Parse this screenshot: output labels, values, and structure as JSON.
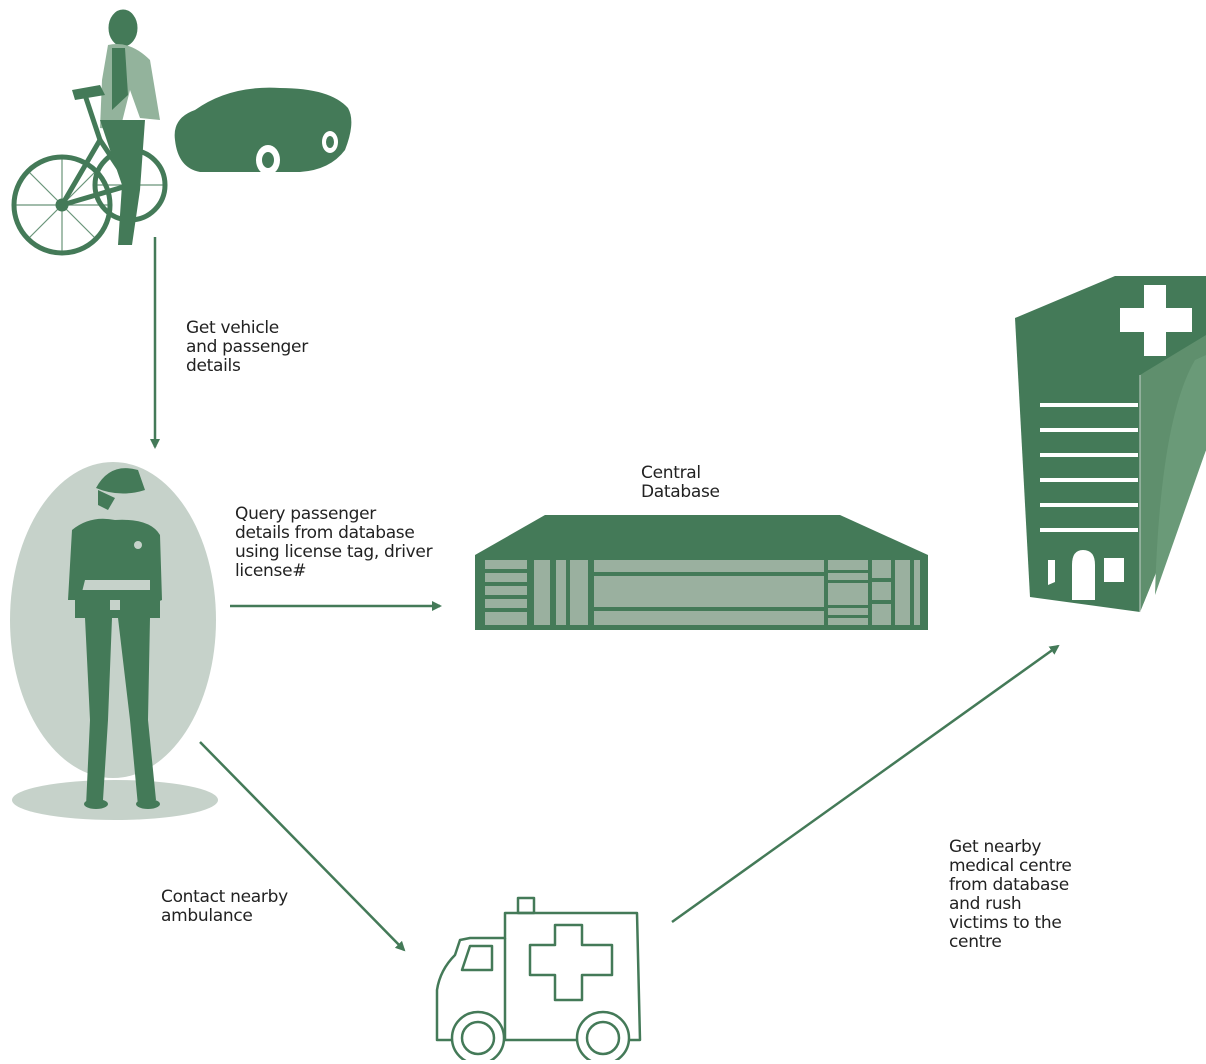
{
  "labels": {
    "vehicle_details": "Get vehicle\nand passenger\ndetails",
    "query": "Query passenger\ndetails from database\nusing license tag, driver\nlicense#",
    "central_db": "Central\nDatabase",
    "contact_ambulance": "Contact nearby\nambulance",
    "medical_centre": "Get nearby\nmedical centre\nfrom database\nand rush\nvictims to the\ncentre"
  },
  "colors": {
    "primary": "#447a58",
    "light": "#c6d2ca",
    "mid": "#9ab09f",
    "white": "#ffffff"
  }
}
